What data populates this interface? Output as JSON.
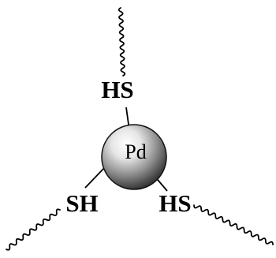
{
  "center": {
    "label": "Pd"
  },
  "ligands": [
    {
      "label": "HS",
      "position": "top"
    },
    {
      "label": "SH",
      "position": "bottom-left"
    },
    {
      "label": "HS",
      "position": "bottom-right"
    }
  ]
}
